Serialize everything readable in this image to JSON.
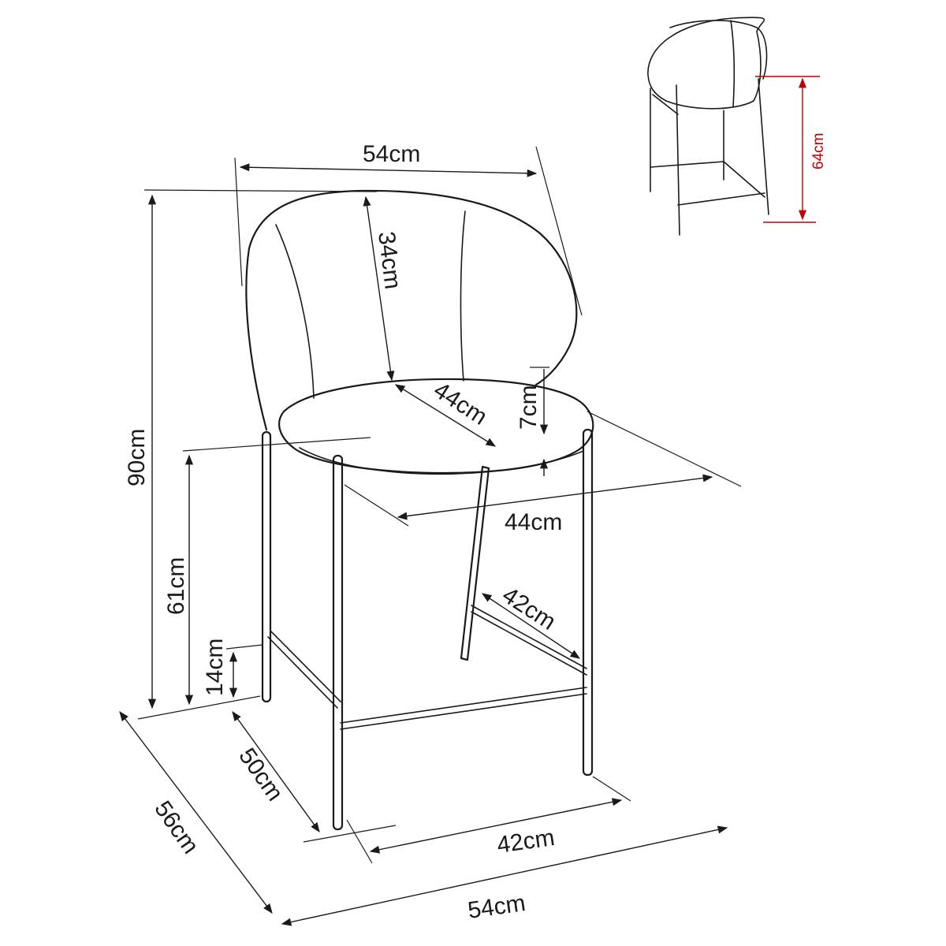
{
  "dimensions": {
    "backrest_width": "54cm",
    "backrest_height": "34cm",
    "total_height": "90cm",
    "seat_depth": "44cm",
    "seat_thickness": "7cm",
    "seat_width": "44cm",
    "seat_height": "61cm",
    "footrest_height": "14cm",
    "footrest_depth": "42cm",
    "leg_depth": "50cm",
    "leg_width": "42cm",
    "total_depth": "56cm",
    "total_width": "54cm"
  },
  "inset": {
    "back_height": "64cm"
  },
  "colors": {
    "line": "#1a1a1a",
    "accent": "#c00000",
    "background": "#ffffff"
  }
}
